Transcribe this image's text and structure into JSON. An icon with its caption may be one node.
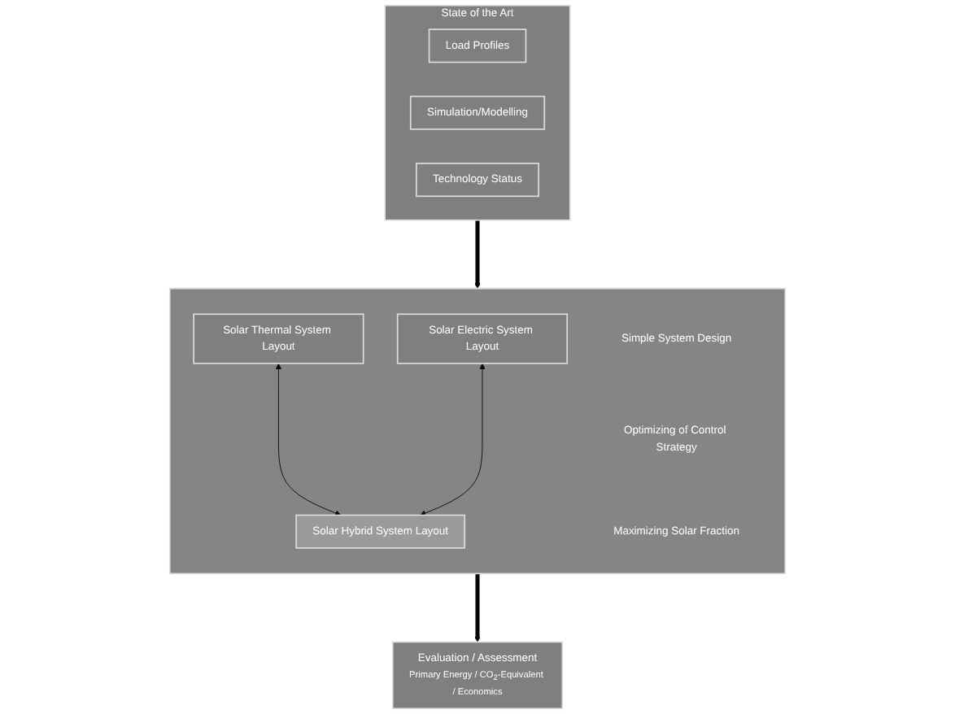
{
  "diagram": {
    "nodes": [
      {
        "text": [
          "State of the Art"
        ]
      },
      {
        "text": [
          "Load Profiles"
        ],
        "in": 0
      },
      {
        "text": [
          "Simulation/Modelling"
        ],
        "in": 0
      },
      {
        "text": [
          "Technology Status"
        ],
        "in": 0
      },
      {
        "text": [],
        "shape": "box"
      },
      {
        "text": [
          "Simple System Design"
        ],
        "in": 4
      },
      {
        "text": [
          "Optimizing of Control Strategy"
        ],
        "in": 4
      },
      {
        "text": [
          "Maximizing Solar Fraction"
        ],
        "in": 4
      },
      {
        "text": [
          "Solar Thermal System Layout"
        ],
        "in": 4
      },
      {
        "text": [
          "Solar Electric System Layout"
        ],
        "in": 4
      },
      {
        "text": [
          "Solar Hybrid System Layout"
        ],
        "in": 4
      },
      {
        "text": [
          "Evaluation / Assessment",
          "Primary Energy / CO$_{2}$-Equivalent / Economics"
        ]
      }
    ],
    "edges": [
      {
        "from": 0,
        "to": 4,
        "arrow": "to",
        "style": "thick"
      },
      {
        "from": 8,
        "to": 10,
        "arrow": "both"
      },
      {
        "from": 9,
        "to": 10,
        "arrow": "both"
      },
      {
        "from": 4,
        "to": 11,
        "arrow": "to",
        "style": "thick"
      }
    ]
  }
}
